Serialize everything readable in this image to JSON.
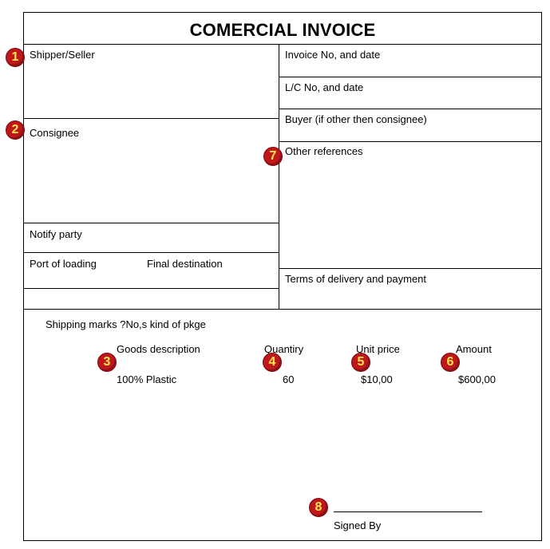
{
  "title": "COMERCIAL INVOICE",
  "left_fields": {
    "shipper": "Shipper/Seller",
    "consignee": "Consignee",
    "notify": "Notify party",
    "port_loading": "Port of loading",
    "final_destination": "Final destination"
  },
  "right_fields": {
    "invoice": "Invoice No, and date",
    "lc": "L/C No, and date",
    "buyer": "Buyer (if other then consignee)",
    "other_refs": "Other references",
    "terms": "Terms of delivery and payment"
  },
  "goods": {
    "shipping_marks": "Shipping marks  ?No,s kind of pkge",
    "headers": {
      "description": "Goods description",
      "quantity": "Quantiry",
      "unit_price": "Unit price",
      "amount": "Amount"
    },
    "row": {
      "description": "100% Plastic",
      "quantity": "60",
      "unit_price": "$10,00",
      "amount": "$600,00"
    }
  },
  "signature": {
    "label": "Signed By"
  },
  "badges": [
    "1",
    "2",
    "3",
    "4",
    "5",
    "6",
    "7",
    "8"
  ],
  "colors": {
    "badge_fill": "#c0171c",
    "badge_text": "#ffe94a",
    "line": "#000000"
  }
}
